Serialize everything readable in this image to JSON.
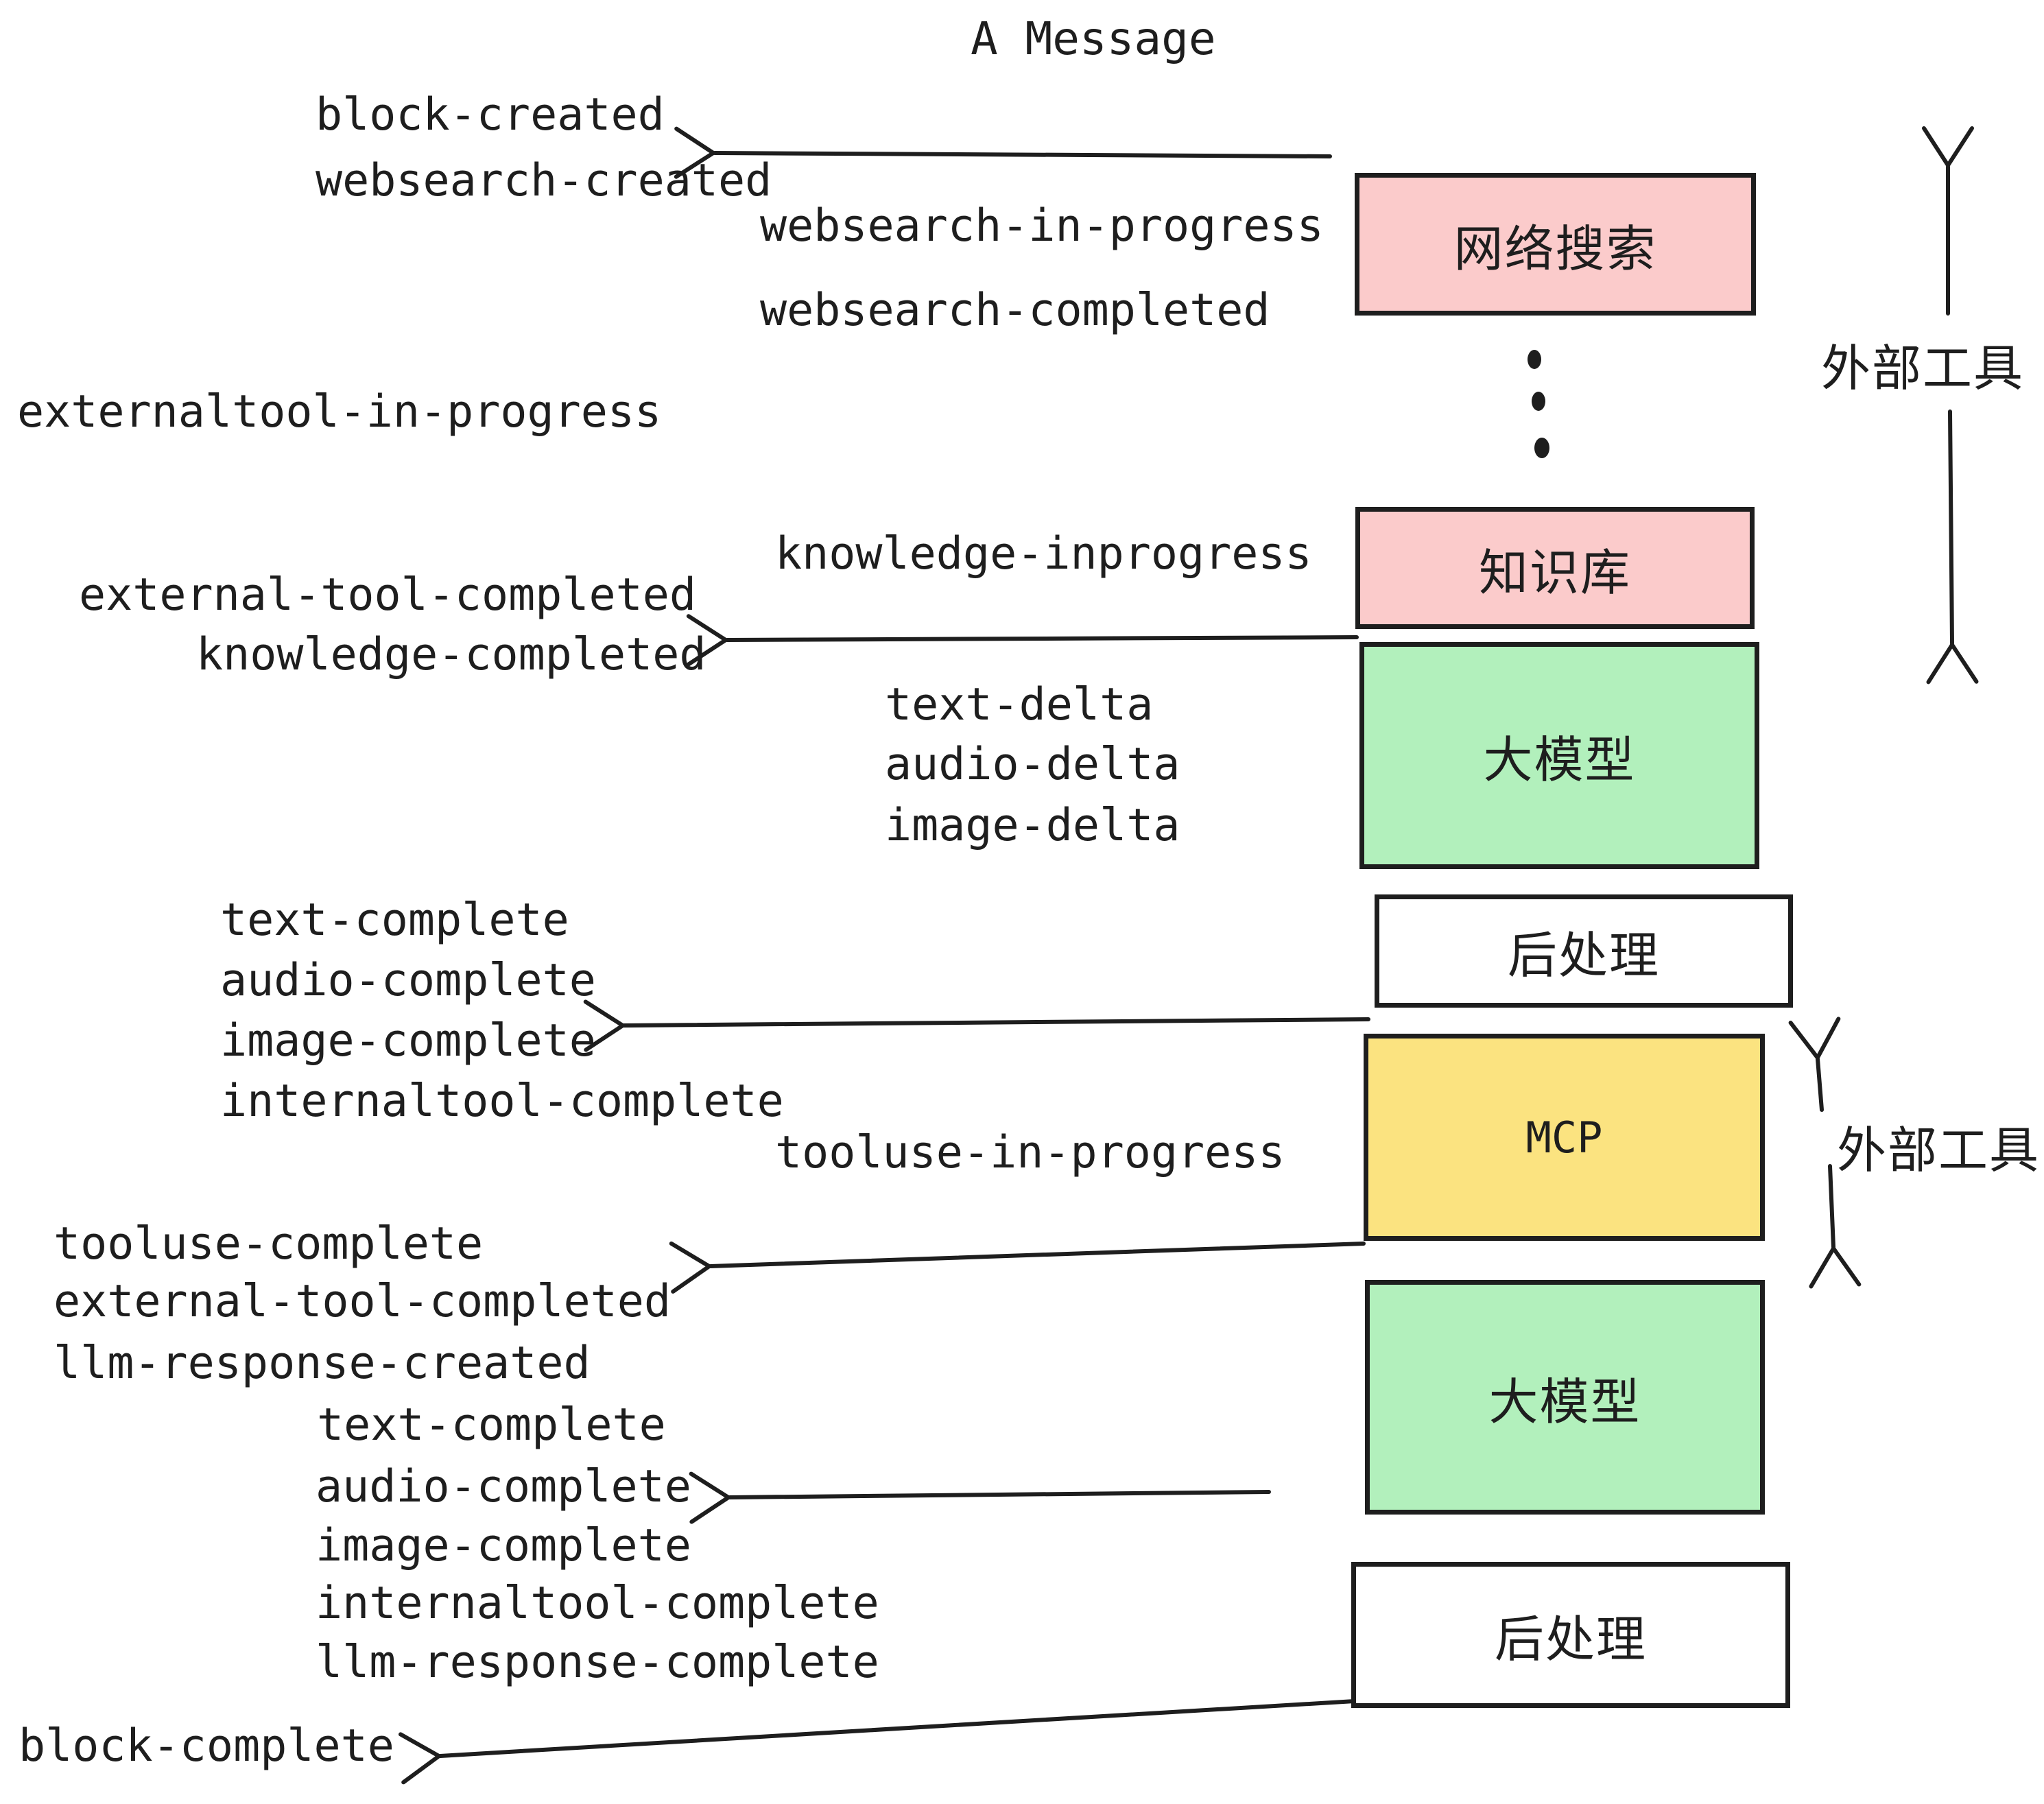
{
  "title": "A Message",
  "colors": {
    "ink": "#1E1E1E",
    "pink": "#FBCBCB",
    "green": "#B2F0BC",
    "yellow": "#FBE380",
    "white": "#FFFFFF"
  },
  "boxes": [
    {
      "label": "网络搜索",
      "fill": "pink"
    },
    {
      "label": "知识库",
      "fill": "pink"
    },
    {
      "label": "大模型",
      "fill": "green"
    },
    {
      "label": "后处理",
      "fill": "white"
    },
    {
      "label": "MCP",
      "fill": "yellow"
    },
    {
      "label": "大模型",
      "fill": "green"
    },
    {
      "label": "后处理",
      "fill": "white"
    }
  ],
  "side_labels": [
    {
      "text": "外部工具"
    },
    {
      "text": "外部工具"
    }
  ],
  "events": [
    {
      "text": "block-created"
    },
    {
      "text": "websearch-created"
    },
    {
      "text": "websearch-in-progress"
    },
    {
      "text": "websearch-completed"
    },
    {
      "text": "externaltool-in-progress"
    },
    {
      "text": "knowledge-inprogress"
    },
    {
      "text": "external-tool-completed"
    },
    {
      "text": "knowledge-completed"
    },
    {
      "text": "text-delta"
    },
    {
      "text": "audio-delta"
    },
    {
      "text": "image-delta"
    },
    {
      "text": "text-complete"
    },
    {
      "text": "audio-complete"
    },
    {
      "text": "image-complete"
    },
    {
      "text": "internaltool-complete"
    },
    {
      "text": "tooluse-in-progress"
    },
    {
      "text": "tooluse-complete"
    },
    {
      "text": "external-tool-completed"
    },
    {
      "text": "llm-response-created"
    },
    {
      "text": "text-complete"
    },
    {
      "text": "audio-complete"
    },
    {
      "text": "image-complete"
    },
    {
      "text": "internaltool-complete"
    },
    {
      "text": "llm-response-complete"
    },
    {
      "text": "block-complete"
    }
  ]
}
